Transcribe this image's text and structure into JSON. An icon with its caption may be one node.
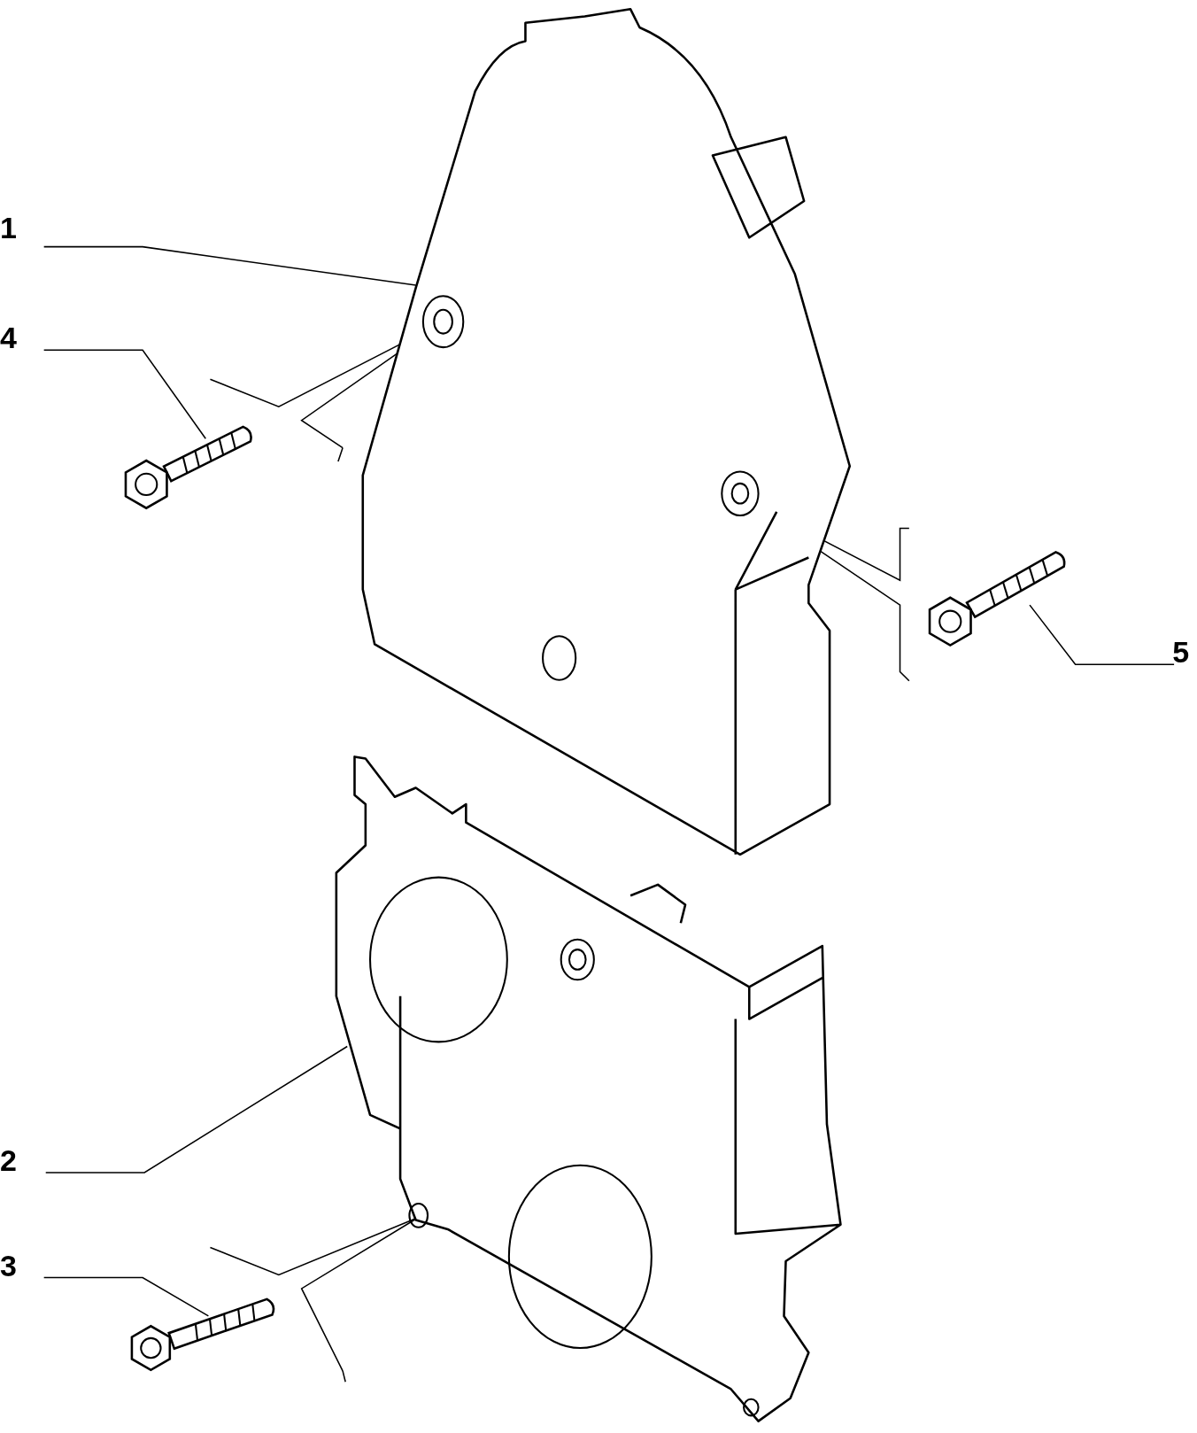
{
  "diagram": {
    "nodes": [
      {
        "text": [
          "1"
        ]
      },
      {
        "text": [
          "2"
        ]
      },
      {
        "text": [
          "3"
        ]
      },
      {
        "text": [
          "4"
        ]
      },
      {
        "text": [
          "5"
        ]
      },
      {
        "text": [],
        "shape": "picture"
      },
      {
        "text": [],
        "shape": "picture"
      },
      {
        "text": [],
        "shape": "picture"
      },
      {
        "text": [],
        "shape": "picture"
      },
      {
        "text": [],
        "shape": "picture"
      }
    ],
    "edges": [
      {
        "from": 0,
        "to": 5,
        "arrow": "none"
      },
      {
        "from": 1,
        "to": 6,
        "arrow": "none"
      },
      {
        "from": 2,
        "to": 7,
        "arrow": "none"
      },
      {
        "from": 3,
        "to": 8,
        "arrow": "none"
      },
      {
        "from": 4,
        "to": 9,
        "arrow": "none"
      }
    ]
  }
}
